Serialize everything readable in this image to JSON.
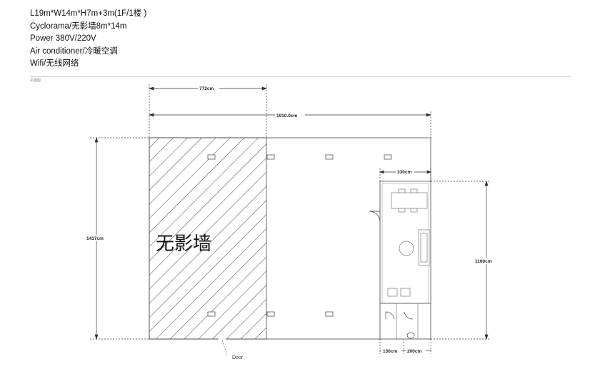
{
  "specs": {
    "line1": "L19m*W14m*H7m+3m(1F/1楼 )",
    "line2": "Cyclorama/无影墙8m*14m",
    "line3": "Power 380V/220V",
    "line4": "Air conditioner/冷暖空调",
    "line5": "Wifi/无线网络"
  },
  "plan": {
    "caption": "平面图",
    "dim_cyclorama_width": "772cm",
    "dim_total_width": "1910.0cm",
    "dim_total_depth": "1417cm",
    "dim_room_width": "330cm",
    "dim_room_depth": "1100cm",
    "dim_bottom_left": "130cm",
    "dim_bottom_right": "200cm",
    "cyclorama_label": "无影墙",
    "door_label": "Door"
  },
  "colors": {
    "line": "#333333",
    "hatch": "#444444",
    "furniture": "#777777"
  }
}
